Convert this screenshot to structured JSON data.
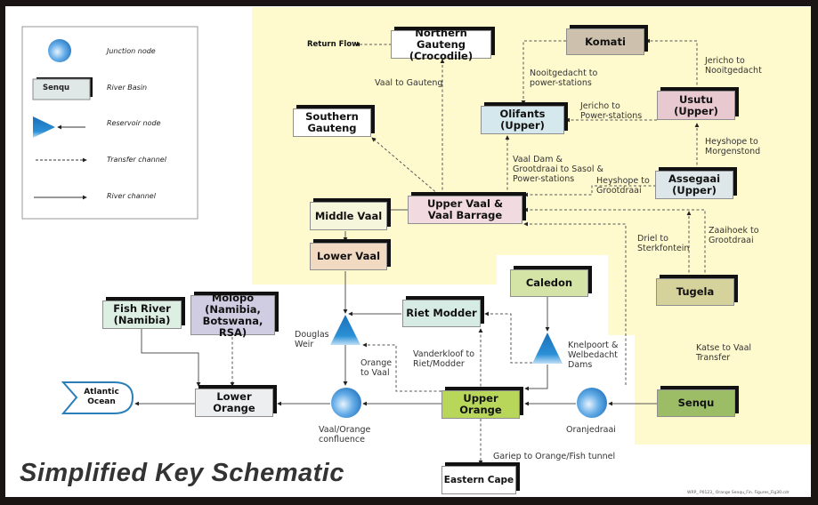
{
  "title": "Simplified Key Schematic",
  "footer": "WRP_ P0123_ Orange Senqu_Fin. Figures_Fig30.cdr",
  "colors": {
    "frame": "#1a1512",
    "region_yellow": "#fffacd",
    "junction_blue": "#3a8fd8",
    "reservoir_blue": "#1a7fc8",
    "line": "#555555"
  },
  "legend": {
    "items": [
      {
        "icon": "junction-node-icon",
        "label": "Junction node"
      },
      {
        "icon": "river-basin-icon",
        "label": "River Basin",
        "sample": "Senqu"
      },
      {
        "icon": "reservoir-node-icon",
        "label": "Reservoir node"
      },
      {
        "icon": "transfer-channel-icon",
        "label": "Transfer channel"
      },
      {
        "icon": "river-channel-icon",
        "label": "River channel"
      }
    ]
  },
  "basins": {
    "northern_gauteng": {
      "line1": "Northern Gauteng",
      "line2": "(Crocodile)",
      "color": "#ffffff"
    },
    "komati": {
      "line1": "Komati",
      "line2": "",
      "color": "#cdc1ad"
    },
    "southern_gauteng": {
      "line1": "Southern",
      "line2": "Gauteng",
      "color": "#ffffff"
    },
    "olifants": {
      "line1": "Olifants",
      "line2": "(Upper)",
      "color": "#d4e8ee"
    },
    "usutu": {
      "line1": "Usutu",
      "line2": "(Upper)",
      "color": "#e9c9d0"
    },
    "assegaai": {
      "line1": "Assegaai",
      "line2": "(Upper)",
      "color": "#dde6e9"
    },
    "upper_vaal": {
      "line1": "Upper Vaal &",
      "line2": "Vaal Barrage",
      "color": "#f2dbe0"
    },
    "middle_vaal": {
      "line1": "Middle Vaal",
      "line2": "",
      "color": "#f6f6dc"
    },
    "lower_vaal": {
      "line1": "Lower Vaal",
      "line2": "",
      "color": "#f1d9c2"
    },
    "tugela": {
      "line1": "Tugela",
      "line2": "",
      "color": "#d6d29b"
    },
    "caledon": {
      "line1": "Caledon",
      "line2": "",
      "color": "#d4e4a7"
    },
    "riet_modder": {
      "line1": "Riet Modder",
      "line2": "",
      "color": "#d6ebe3"
    },
    "fish_river": {
      "line1": "Fish River",
      "line2": "(Namibia)",
      "color": "#ddefe3"
    },
    "molopo": {
      "line1": "Molopo",
      "line2": "(Namibia,",
      "line3": "Botswana, RSA)",
      "color": "#d0cde3"
    },
    "lower_orange": {
      "line1": "Lower",
      "line2": "Orange",
      "color": "#eceef0"
    },
    "upper_orange": {
      "line1": "Upper",
      "line2": "Orange",
      "color": "#b8d65a"
    },
    "senqu": {
      "line1": "Senqu",
      "line2": "",
      "color": "#9cbc65"
    },
    "eastern_cape": {
      "line1": "Eastern Cape",
      "line2": "",
      "color": "#ffffff"
    },
    "atlantic": {
      "line1": "Atlantic",
      "line2": "Ocean"
    }
  },
  "nodes": {
    "douglas_weir": {
      "line1": "Douglas",
      "line2": "Weir"
    },
    "knelpoort": {
      "line1": "Knelpoort &",
      "line2": "Welbedacht",
      "line3": "Dams"
    },
    "vaal_orange": {
      "line1": "Vaal/Orange",
      "line2": "confluence"
    },
    "oranjedraai": {
      "line1": "Oranjedraai"
    }
  },
  "transfers": {
    "return_flow": "Return Flow",
    "vaal_to_gauteng": "Vaal to Gauteng",
    "nooitgedacht": {
      "line1": "Nooitgedacht to",
      "line2": "power-stations"
    },
    "jericho_nooitgedacht": {
      "line1": "Jericho to",
      "line2": "Nooitgedacht"
    },
    "jericho_power": {
      "line1": "Jericho to",
      "line2": "Power-stations"
    },
    "heyshope_morgenstond": {
      "line1": "Heyshope to",
      "line2": "Morgenstond"
    },
    "vaal_dam_sasol": {
      "line1": "Vaal Dam &",
      "line2": "Grootdraai to Sasol &",
      "line3": "Power-stations"
    },
    "heyshope_grootdraai": {
      "line1": "Heyshope to",
      "line2": "Grootdraai"
    },
    "driel": {
      "line1": "Driel to",
      "line2": "Sterkfontein"
    },
    "zaaihoek": {
      "line1": "Zaaihoek to",
      "line2": "Grootdraai"
    },
    "katse": {
      "line1": "Katse to Vaal",
      "line2": "Transfer"
    },
    "orange_to_vaal": {
      "line1": "Orange",
      "line2": "to Vaal"
    },
    "vanderkloof": {
      "line1": "Vanderkloof to",
      "line2": "Riet/Modder"
    },
    "gariep": "Gariep to Orange/Fish tunnel"
  }
}
